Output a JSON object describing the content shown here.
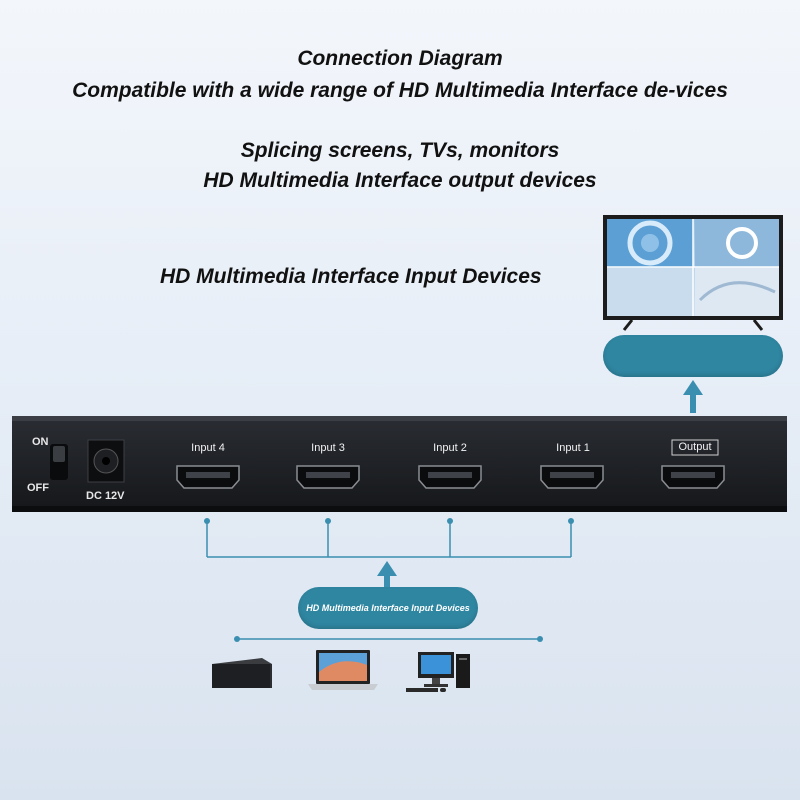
{
  "headings": {
    "line1": "Connection Diagram",
    "line2": "Compatible with a wide range of HD Multimedia Interface de-vices",
    "line3": "Splicing screens, TVs, monitors",
    "line4": "HD Multimedia Interface output devices"
  },
  "input_heading": "HD Multimedia Interface Input Devices",
  "switch_labels": {
    "on": "ON",
    "off": "OFF"
  },
  "power_label": "DC 12V",
  "ports": [
    {
      "label": "Input 4"
    },
    {
      "label": "Input 3"
    },
    {
      "label": "Input 2"
    },
    {
      "label": "Input 1"
    },
    {
      "label": "Output"
    }
  ],
  "input_pill_label": "HD Multimedia Interface Input Devices",
  "source_devices": [
    "set-top-box",
    "laptop",
    "desktop-computer"
  ],
  "colors": {
    "accent": "#2f86a1",
    "device_body": "#1b1d21",
    "arrow": "#3a8fb0"
  }
}
